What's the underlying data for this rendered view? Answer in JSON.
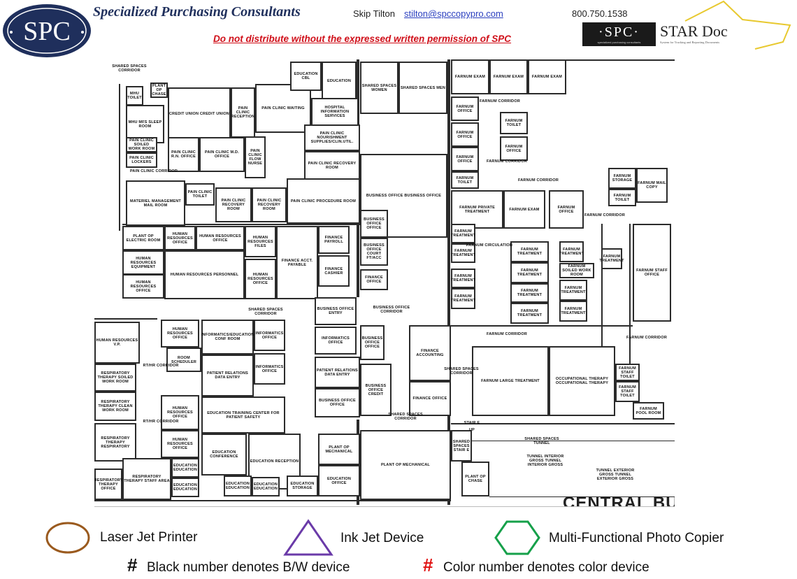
{
  "header": {
    "logo_text": "SPC",
    "company": "Specialized Purchasing Consultants",
    "contact_name": "Skip Tilton",
    "contact_email": "stilton@spccopypro.com",
    "contact_phone": "800.750.1538",
    "warning": "Do not distribute without the expressed written permission of SPC",
    "star_logo_spc": "·SPC·",
    "star_logo_spc_sub": "specialized purchasing consultants",
    "star_logo_title": "STAR Doc",
    "star_logo_sub": "System for Tracking and Reporting Documents"
  },
  "plan": {
    "rooms": [
      "MHU TOILET",
      "MHU MFS SLEEP ROOM",
      "PLANT OP CHASE",
      "CREDIT UNION CREDIT UNION",
      "PAIN CLINIC RECEPTION",
      "PAIN CLINIC WAITING",
      "EDUCATION CBL",
      "EDUCATION",
      "HOSPITAL INFORMATION SERVICES",
      "PAIN CLINIC SOILED WORK ROOM",
      "PAIN CLINIC LOCKERS",
      "PAIN CLINIC R.N. OFFICE",
      "PAIN CLINIC M.D. OFFICE",
      "PAIN CLINIC FLOW NURSE",
      "PAIN CLINIC NOURISHMENT SUPPLIES/CLIN.UTIL.",
      "PAIN CLINIC RECOVERY ROOM",
      "MATERIEL MANAGEMENT MAIL ROOM",
      "PAIN CLINIC TOILET",
      "PAIN CLINIC RECOVERY ROOM",
      "PAIN CLINIC RECOVERY ROOM",
      "PAIN CLINIC PROCEDURE ROOM",
      "SHARED SPACES WOMEN",
      "SHARED SPACES MEN",
      "BUSINESS OFFICE BUSINESS OFFICE",
      "BUSINESS OFFICE OFFICE",
      "FARNUM EXAM",
      "FARNUM EXAM",
      "FARNUM EXAM",
      "FARNUM OFFICE",
      "FARNUM OFFICE",
      "FARNUM OFFICE",
      "FARNUM TOILET",
      "FARNUM OFFICE",
      "FARNUM TOILET",
      "FARNUM PRIVATE TREATMENT",
      "FARNUM EXAM",
      "FARNUM OFFICE",
      "FARNUM STORAGE",
      "FARNUM MAIL COPY",
      "FARNUM TOILET",
      "PLANT OP ELECTRIC ROOM",
      "HUMAN RESOURCES OFFICE",
      "HUMAN RESOURCES OFFICE",
      "HUMAN RESOURCES FILES",
      "HUMAN RESOURCES EQUIPMENT",
      "HUMAN RESOURCES OFFICE",
      "HUMAN RESOURCES PERSONNEL",
      "HUMAN RESOURCES OFFICE",
      "FINANCE ACCT. PAYABLE",
      "FINANCE PAYROLL",
      "FINANCE CASHIER",
      "BUSINESS OFFICE COURT FT/ACC",
      "FINANCE OFFICE",
      "BUSINESS OFFICE ENTRY",
      "INFORMATICS OFFICE",
      "BUSINESS OFFICE OFFICE",
      "FINANCE ACCOUNTING",
      "PATIENT RELATIONS DATA ENTRY",
      "BUSINESS OFFICE OFFICE",
      "BUSINESS OFFICE CREDIT",
      "FINANCE OFFICE",
      "HUMAN RESOURCES V.P.",
      "HUMAN RESOURCES OFFICE",
      "INFORMATICS/EDUCATION CONF ROOM",
      "INFORMATICS OFFICE",
      "ROOM SCHEDULER",
      "INFORMATICS OFFICE",
      "PATIENT RELATIONS DATA ENTRY",
      "RESPIRATORY THERAPY SOILED WORK ROOM",
      "RESPIRATORY THERAPY CLEAN WORK ROOM",
      "HUMAN RESOURCES OFFICE",
      "EDUCATION TRAINING CENTER FOR PATIENT SAFETY",
      "RESPIRATORY THERAPY RESPIRATORY",
      "HUMAN RESOURCES OFFICE",
      "EDUCATION CONFERENCE",
      "EDUCATION RECEPTION",
      "EDUCATION EDUCATION",
      "EDUCATION EDUCATION",
      "RESPIRATORY THERAPY STAFF AREA",
      "RESPIRATORY THERAPY OFFICE",
      "EDUCATION EDUCATION",
      "EDUCATION EDUCATION",
      "EDUCATION STORAGE",
      "PLANT OP MECHANICAL",
      "EDUCATION OFFICE",
      "PLANT OP MECHANICAL",
      "FARNUM TREATMENT",
      "FARNUM TREATMENT",
      "FARNUM TREATMENT",
      "FARNUM TREATMENT",
      "FARNUM TREATMENT",
      "FARNUM TREATMENT",
      "FARNUM TREATMENT",
      "FARNUM TREATMENT",
      "FARNUM TREATMENT",
      "FARNUM TREATMENT",
      "FARNUM SOILED WORK ROOM",
      "FARNUM TREATMENT",
      "FARNUM TREATMENT",
      "FARNUM STAFF OFFICE",
      "FARNUM LARGE TREATMENT",
      "OCCUPATIONAL THERAPY OCCUPATIONAL THERAPY",
      "FARNUM STAFF TOILET",
      "FARNUM STAFF TOILET",
      "FARNUM POOL ROOM",
      "PLANT OP CHASE",
      "SHARED SPACES STAIR E"
    ],
    "labels": [
      "SHARED SPACES CORRIDOR",
      "PAIN CLINIC CORRIDOR",
      "FARNUM CORRIDOR",
      "FARNUM CORRIDOR",
      "FARNUM CORRIDOR",
      "FARNUM CORRIDOR",
      "SHARED SPACES CORRIDOR",
      "BUSINESS OFFICE CORRIDOR",
      "RT/HR CORRIDOR",
      "RT/HR CORRIDOR",
      "SHARED SPACES CORRIDOR",
      "FARNUM CIRCULATION",
      "FARNUM CORRIDOR",
      "SHARED SPACES CORRIDOR",
      "FARNUM CORRIDOR",
      "SHARED SPACES TUNNEL",
      "TUNNEL INTERIOR GROSS TUNNEL INTERIOR GROSS",
      "TUNNEL EXTERIOR GROSS TUNNEL EXTERIOR GROSS",
      "STAIR E",
      "UP"
    ],
    "building_label": "CENTRAL BUILDING"
  },
  "legend": {
    "laser": "Laser Jet Printer",
    "inkjet": "Ink Jet Device",
    "mfp": "Multi-Functional Photo Copier",
    "hash": "#",
    "bw_note": "Black number denotes B/W device",
    "color_note": "Color number denotes color device",
    "colors": {
      "laser": "#9a5a1e",
      "inkjet": "#6a3aa8",
      "mfp": "#16a04a",
      "color_hash": "#e01010",
      "navy": "#1f2f5c"
    }
  }
}
